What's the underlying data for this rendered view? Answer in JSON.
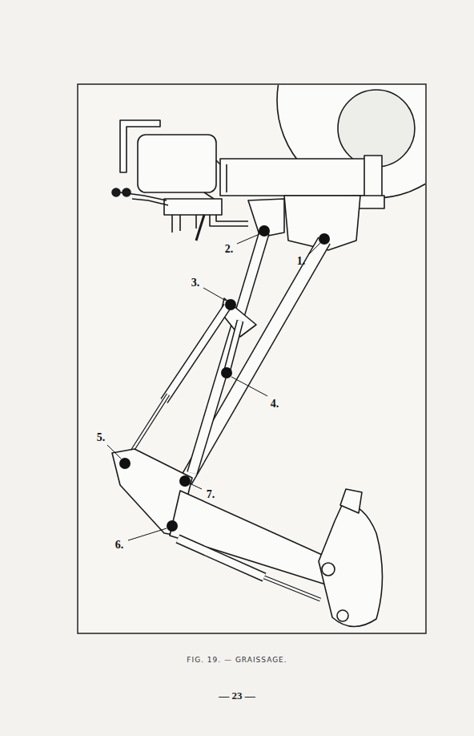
{
  "diagram": {
    "caption": "FIG. 19. — GRAISSAGE.",
    "labels": [
      "1.",
      "2.",
      "3.",
      "4.",
      "5.",
      "6.",
      "7.",
      "— 23 —"
    ]
  }
}
